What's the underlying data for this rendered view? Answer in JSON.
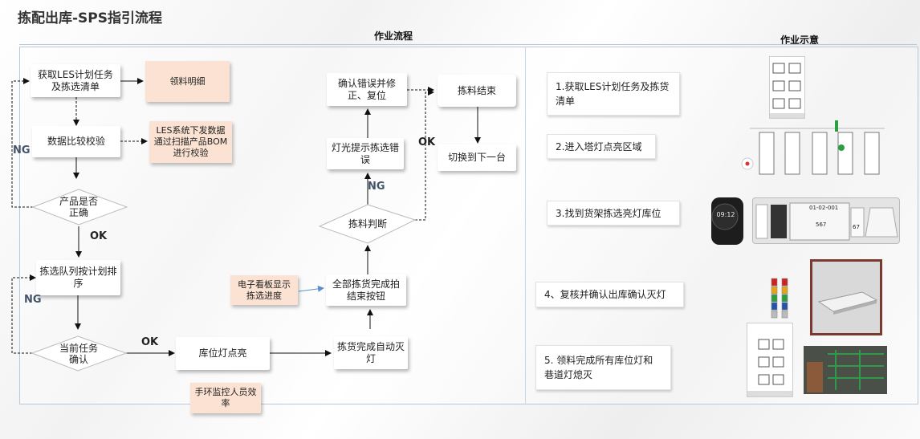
{
  "page_title": "拣配出库-SPS指引流程",
  "headers": {
    "flow": "作业流程",
    "demo": "作业示意"
  },
  "flow": {
    "get_les": "获取LES计划任务及拣选清单",
    "pick_detail": "领料明细",
    "data_check": "数据比较校验",
    "les_note": "LES系统下发数据通过扫描产品BOM进行校验",
    "product_ok": "产品是否正确",
    "queue": "拣选队列按计划排序",
    "task_confirm": "当前任务确认",
    "light_on": "库位灯点亮",
    "wristband": "手环监控人员效率",
    "auto_off": "拣货完成自动灭灯",
    "all_done": "全部拣货完成拍结束按钮",
    "kanban": "电子看板显示拣选进度",
    "judge": "拣料判断",
    "light_error": "灯光提示拣选错误",
    "fix": "确认错误并修正、复位",
    "end": "拣料结束",
    "next": "切换到下一台"
  },
  "labels": {
    "ng1": "NG",
    "ok1": "OK",
    "ng2": "NG",
    "ok2": "OK",
    "ng3": "NG",
    "ok3": "OK"
  },
  "steps": [
    "1.获取LES计划任务及拣货清单",
    "2.进入塔灯点亮区域",
    "3.找到货架拣选亮灯库位",
    "4、复核并确认出库确认灭灯",
    "5. 领料完成所有库位灯和巷道灯熄灭"
  ],
  "device": {
    "code": "01-02-001",
    "qty1": "567",
    "qty2": "67"
  },
  "watch_time": "09:12"
}
